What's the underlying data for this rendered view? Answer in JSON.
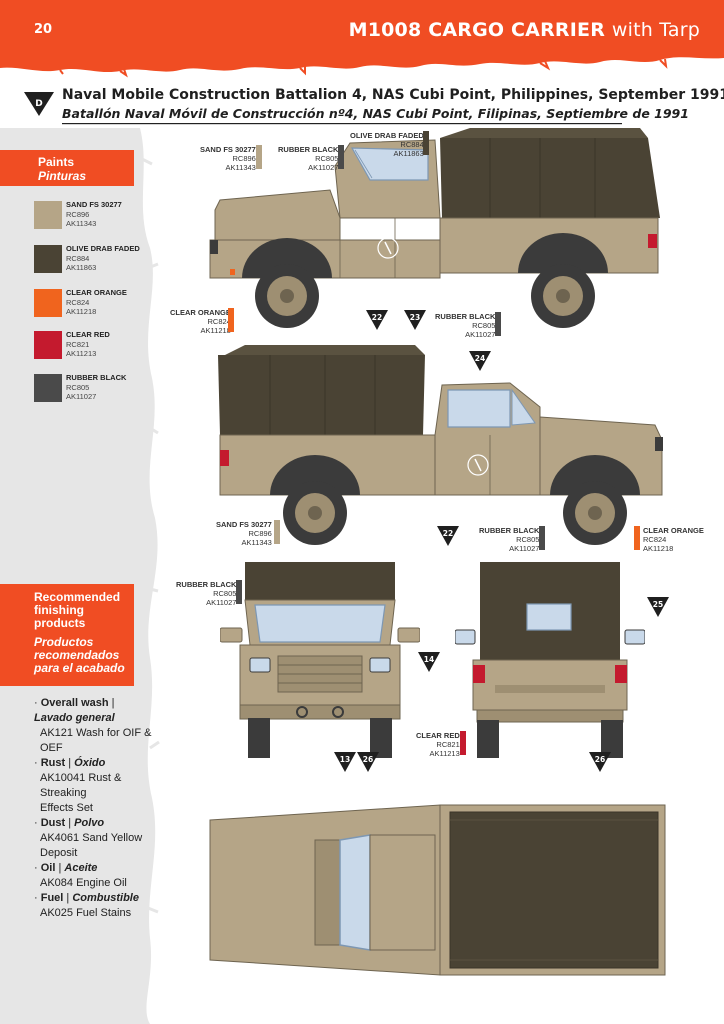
{
  "header": {
    "page_number": "20",
    "title_bold": "M1008 CARGO CARRIER",
    "title_light": "with Tarp"
  },
  "scheme": {
    "marker": "D",
    "title_en": "Naval Mobile Construction Battalion 4, NAS Cubi Point, Philippines, September 1991",
    "title_es": "Batallón Naval Móvil de Construcción nº4, NAS Cubi Point, Filipinas, Septiembre de 1991"
  },
  "paints": {
    "heading": "Paints",
    "heading_es": "Pinturas",
    "items": [
      {
        "name": "SAND FS 30277",
        "rc": "RC896",
        "ak": "AK11343",
        "color": "#b5a587"
      },
      {
        "name": "OLIVE DRAB FADED",
        "rc": "RC884",
        "ak": "AK11863",
        "color": "#4a4334"
      },
      {
        "name": "CLEAR ORANGE",
        "rc": "RC824",
        "ak": "AK11218",
        "color": "#f0641e"
      },
      {
        "name": "CLEAR RED",
        "rc": "RC821",
        "ak": "AK11213",
        "color": "#c41a2e"
      },
      {
        "name": "RUBBER BLACK",
        "rc": "RC805",
        "ak": "AK11027",
        "color": "#4a4a4a"
      }
    ]
  },
  "finishing": {
    "heading": [
      "Recommended",
      "finishing",
      "products"
    ],
    "heading_es": [
      "Productos",
      "recomendados",
      "para el acabado"
    ],
    "items": [
      {
        "label": "Overall wash",
        "label_es": "Lavado general",
        "products": [
          "AK121 Wash for OIF & OEF"
        ]
      },
      {
        "label": "Rust",
        "label_es": "Óxido",
        "products": [
          "AK10041 Rust & Streaking",
          "Effects Set"
        ]
      },
      {
        "label": "Dust",
        "label_es": "Polvo",
        "products": [
          "AK4061 Sand Yellow Deposit"
        ]
      },
      {
        "label": "Oil",
        "label_es": "Aceite",
        "products": [
          "AK084 Engine Oil"
        ]
      },
      {
        "label": "Fuel",
        "label_es": "Combustible",
        "products": [
          "AK025 Fuel Stains"
        ]
      }
    ]
  },
  "callouts": {
    "olive_top": {
      "name": "OLIVE DRAB FADED",
      "rc": "RC884",
      "ak": "AK11863"
    },
    "sand_top": {
      "name": "SAND FS 30277",
      "rc": "RC896",
      "ak": "AK11343"
    },
    "rubber_top": {
      "name": "RUBBER BLACK",
      "rc": "RC805",
      "ak": "AK11027"
    },
    "orange_left": {
      "name": "CLEAR ORANGE",
      "rc": "RC824",
      "ak": "AK11218"
    },
    "rubber_mid": {
      "name": "RUBBER BLACK",
      "rc": "RC805",
      "ak": "AK11027"
    },
    "sand_low": {
      "name": "SAND FS 30277",
      "rc": "RC896",
      "ak": "AK11343"
    },
    "rubber_low": {
      "name": "RUBBER BLACK",
      "rc": "RC805",
      "ak": "AK11027"
    },
    "orange_right": {
      "name": "CLEAR ORANGE",
      "rc": "RC824",
      "ak": "AK11218"
    },
    "rubber_front": {
      "name": "RUBBER BLACK",
      "rc": "RC805",
      "ak": "AK11027"
    },
    "red_rear": {
      "name": "CLEAR RED",
      "rc": "RC821",
      "ak": "AK11213"
    }
  },
  "decal_markers": [
    "22",
    "23",
    "24",
    "22",
    "14",
    "13",
    "26",
    "25",
    "26"
  ],
  "truck_colors": {
    "sand": "#b5a587",
    "sand_dark": "#9e8f72",
    "olive": "#4a4334",
    "olive_light": "#5a5240",
    "rubber": "#3b3b3b",
    "glass": "#c9d9ea",
    "glass_edge": "#7d97b3"
  }
}
